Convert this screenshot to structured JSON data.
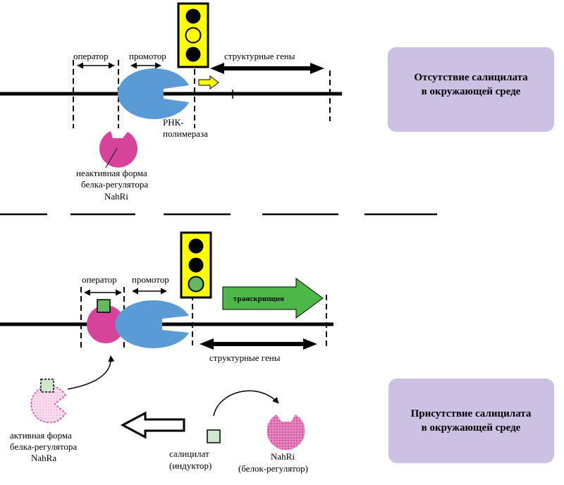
{
  "top": {
    "operator_label": "оператор",
    "promoter_label": "промотор",
    "structural_genes_label": "структурные гены",
    "rnap_label_line1": "РНК-",
    "rnap_label_line2": "полимераза",
    "repressor_label_line1": "неактивная форма",
    "repressor_label_line2": "белка-регулятора",
    "repressor_label_line3": "NahRi",
    "condition_line1": "Отсутствие салицилата",
    "condition_line2": "в окружающей среде",
    "traffic_light": "yellow"
  },
  "bottom": {
    "operator_label": "оператор",
    "promoter_label": "промотор",
    "transcription_label": "транскрипция",
    "structural_genes_label": "структурные гены",
    "active_label_line1": "активная форма",
    "active_label_line2": "белка-регулятора",
    "active_label_line3": "NahRa",
    "salicylate_label_line1": "салицилат",
    "salicylate_label_line2": "(индуктор)",
    "nahri_label_line1": "NahRi",
    "nahri_label_line2": "(белок-регулятор)",
    "condition_line1": "Присутствие салицилата",
    "condition_line2": "в окружающей среде",
    "traffic_light": "green"
  },
  "colors": {
    "rnap": "#5b9bd5",
    "regulator": "#d6439a",
    "regulator_faded": "#f2c4de",
    "salicylate": "#63b860",
    "light_yellow": "#ffff00",
    "light_green": "#63b860",
    "traffic_housing": "#ffff00",
    "condition_box": "#ccc0e3",
    "transcription_arrow": "#4db848"
  }
}
